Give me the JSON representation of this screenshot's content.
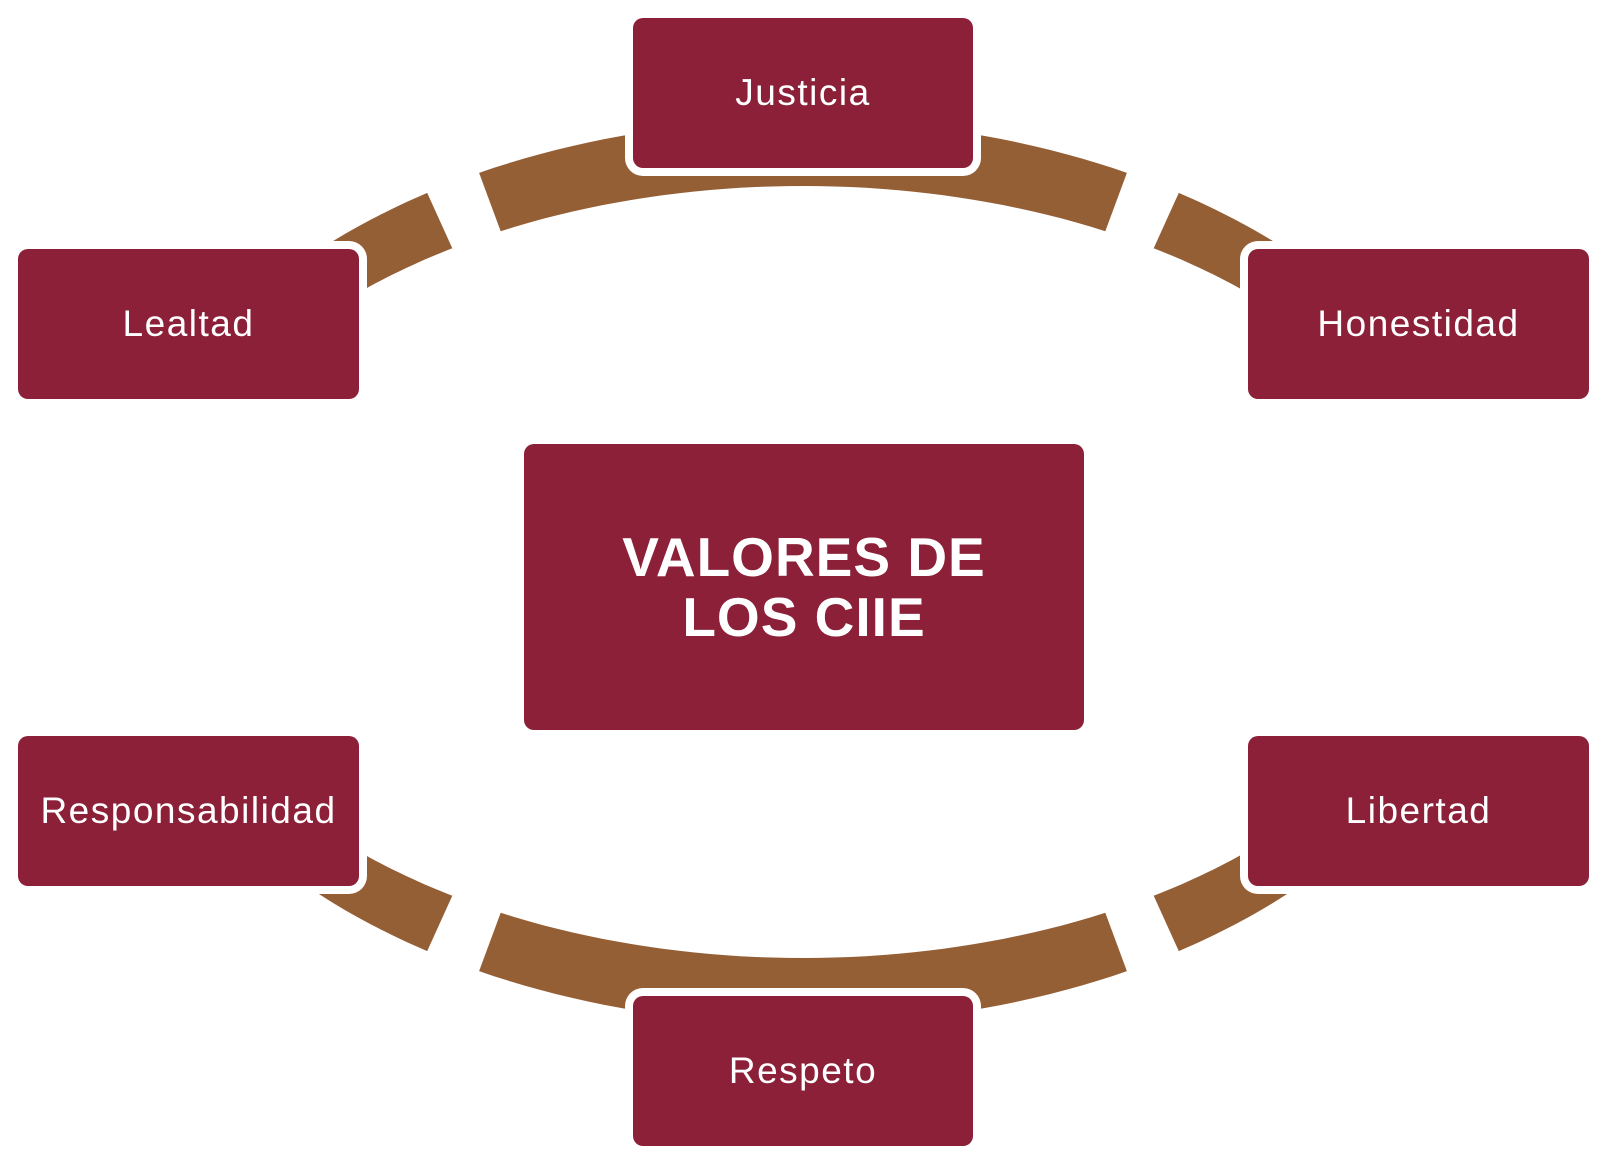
{
  "colors": {
    "box_fill": "#8b2038",
    "ring_fill": "#955f36",
    "text": "#ffffff",
    "background": "#ffffff"
  },
  "center": {
    "line1": "VALORES DE",
    "line2": "LOS CIIE"
  },
  "values": [
    {
      "id": "justicia",
      "label": "Justicia"
    },
    {
      "id": "honestidad",
      "label": "Honestidad"
    },
    {
      "id": "libertad",
      "label": "Libertad"
    },
    {
      "id": "respeto",
      "label": "Respeto"
    },
    {
      "id": "responsabilidad",
      "label": "Responsabilidad"
    },
    {
      "id": "lealtad",
      "label": "Lealtad"
    }
  ]
}
